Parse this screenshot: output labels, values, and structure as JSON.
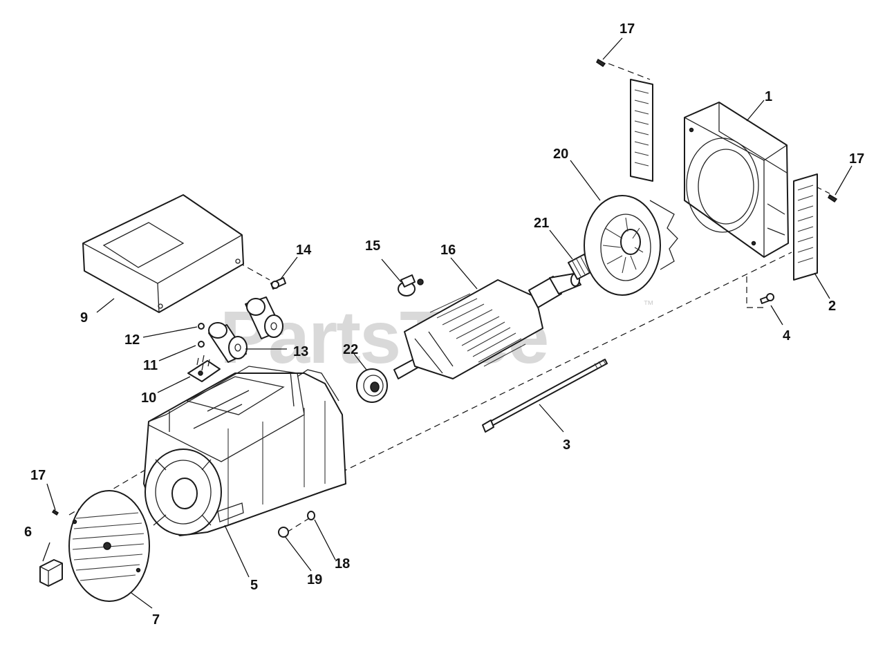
{
  "watermark": {
    "text": "PartsTree",
    "trademark": "™"
  },
  "callouts": {
    "c1": "1",
    "c2": "2",
    "c3": "3",
    "c4": "4",
    "c5": "5",
    "c6": "6",
    "c7": "7",
    "c9": "9",
    "c10": "10",
    "c11": "11",
    "c12": "12",
    "c13": "13",
    "c14": "14",
    "c15": "15",
    "c16": "16",
    "c17a": "17",
    "c17b": "17",
    "c17c": "17",
    "c18": "18",
    "c19": "19",
    "c20": "20",
    "c21": "21",
    "c22": "22"
  }
}
